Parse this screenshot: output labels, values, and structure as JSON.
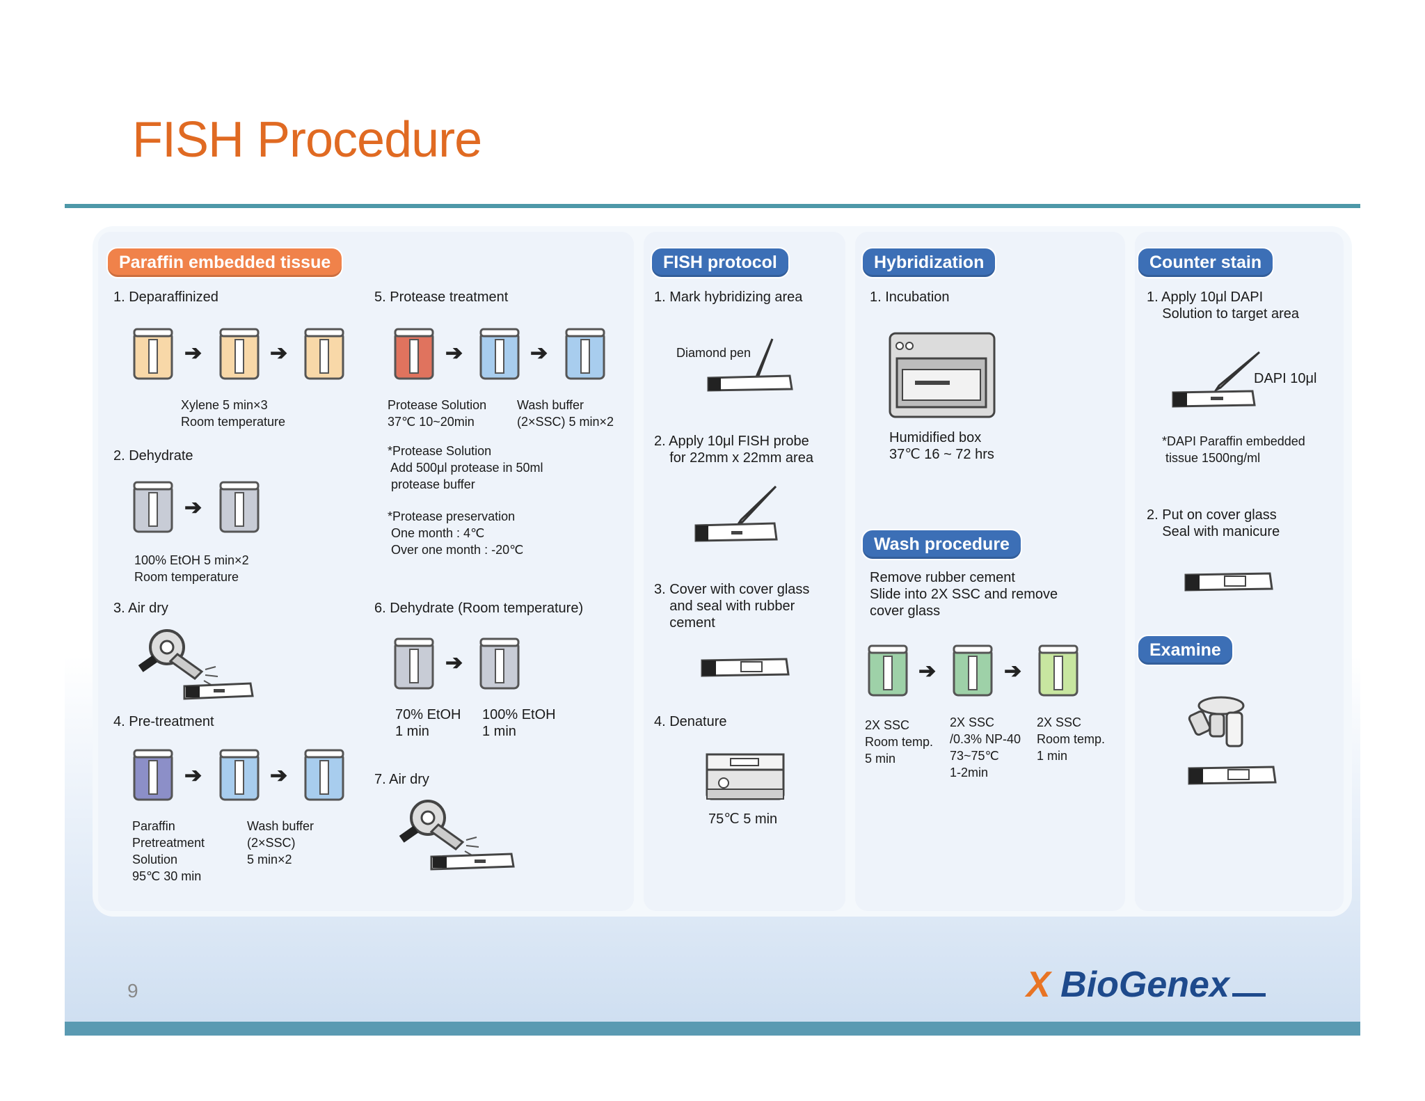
{
  "title": "FISH Procedure",
  "page_number": "9",
  "logo": {
    "mark": "X",
    "text": "BioGenex"
  },
  "sections": {
    "paraffin": {
      "header": "Paraffin embedded tissue",
      "step1": "1. Deparaffinized",
      "step1_note": "Xylene 5 min×3\nRoom temperature",
      "step2": "2. Dehydrate",
      "step2_note": "100% EtOH 5 min×2\nRoom temperature",
      "step3": "3. Air dry",
      "step4": "4. Pre-treatment",
      "step4_note_a": "Paraffin\nPretreatment\nSolution\n95℃ 30 min",
      "step4_note_b": "Wash buffer\n(2×SSC)\n5 min×2",
      "step5": "5. Protease treatment",
      "step5_note_a": "Protease Solution\n37℃ 10~20min",
      "step5_note_b": "Wash buffer\n(2×SSC) 5 min×2",
      "step5_note_c": "*Protease Solution\n Add 500μl protease in 50ml\n protease buffer",
      "step5_note_d": "*Protease preservation\n One month : 4℃\n Over one month : -20℃",
      "step6": "6. Dehydrate (Room temperature)",
      "step6_note_a": "70% EtOH\n1 min",
      "step6_note_b": "100% EtOH\n1 min",
      "step7": "7. Air dry"
    },
    "fish": {
      "header": "FISH protocol",
      "step1": "1. Mark hybridizing area",
      "pen_label": "Diamond pen",
      "step2": "2. Apply 10μl FISH probe\n    for 22mm x 22mm area",
      "step3": "3. Cover with cover glass\n    and seal with rubber\n    cement",
      "step4": "4. Denature",
      "step4_note": "75℃ 5 min"
    },
    "hybrid": {
      "header": "Hybridization",
      "step1": "1. Incubation",
      "step1_note": "Humidified box\n37℃ 16 ~ 72 hrs"
    },
    "wash": {
      "header": "Wash procedure",
      "text": "Remove rubber cement\nSlide into 2X SSC and remove\ncover glass",
      "note_a": "2X SSC\nRoom temp.\n5 min",
      "note_b": "2X SSC\n/0.3% NP-40\n73~75℃\n1-2min",
      "note_c": "2X SSC\nRoom temp.\n1 min"
    },
    "counter": {
      "header": "Counter stain",
      "step1": "1. Apply 10μl DAPI\n    Solution to target area",
      "dapi_label": "DAPI 10μl",
      "dapi_note": "*DAPI Paraffin embedded\n tissue 1500ng/ml",
      "step2": "2. Put on cover glass\n    Seal with manicure"
    },
    "examine": {
      "header": "Examine"
    }
  },
  "colors": {
    "title": "#e06a22",
    "orange_tag": "#f0824a",
    "blue_tag": "#3c6fb6",
    "rule": "#4d98a8"
  }
}
